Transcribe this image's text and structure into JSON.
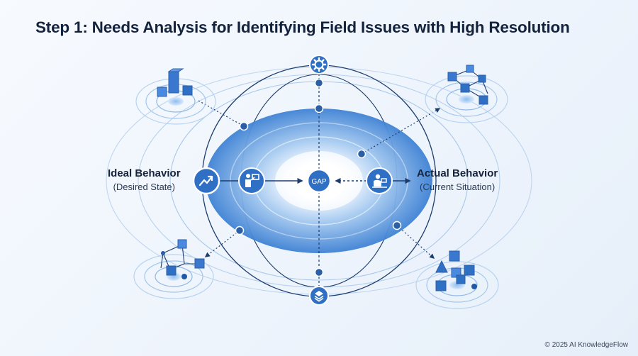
{
  "title": "Step 1: Needs Analysis for Identifying Field Issues with High Resolution",
  "ideal": {
    "title": "Ideal Behavior",
    "subtitle": "(Desired State)"
  },
  "actual": {
    "title": "Actual Behavior",
    "subtitle": "(Current Situation)"
  },
  "center": {
    "label": "GAP"
  },
  "copyright": "© 2025 AI KnowledgeFlow",
  "colors": {
    "accent": "#2f6fc4",
    "dark": "#1f5aa8",
    "line": "#1d3d6e",
    "ring": "#9cc0e8",
    "title": "#14233d"
  },
  "icons": {
    "top": "gear-icon",
    "bottom": "layers-icon",
    "ideal": "trend-up-icon",
    "ideal_inner": "presenter-icon",
    "actual_inner": "worker-desk-icon",
    "corners": [
      "bar-chart-cubes-icon",
      "network-cubes-icon",
      "network-cubes-icon",
      "shapes-cubes-icon"
    ]
  }
}
